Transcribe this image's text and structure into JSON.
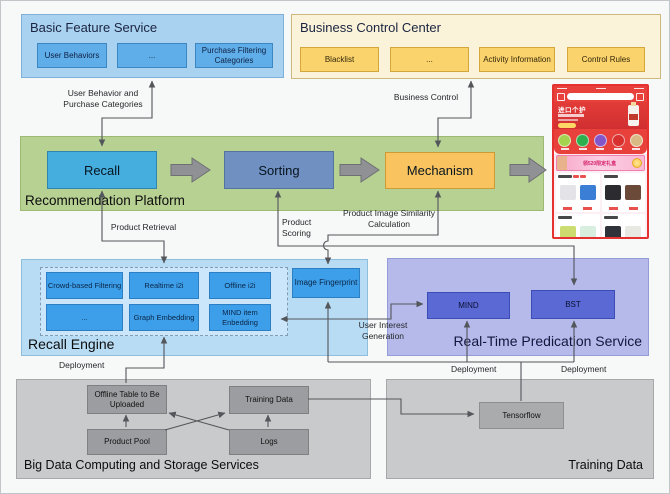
{
  "colors": {
    "bfs_bg": "#a9d1f0",
    "bfs_item": "#5fade9",
    "bcc_bg": "#faf3d9",
    "bcc_item": "#fad36c",
    "band_bg": "#b7d193",
    "recall": "#45aede",
    "sorting": "#7090c1",
    "mechanism": "#f9c45f",
    "engine_bg": "#b9dcf5",
    "engine_item": "#3d9fe9",
    "rtps_bg": "#b5baeb",
    "rtps_item": "#5a69d3",
    "gray_bg": "#c9cacb",
    "gray_item": "#9b9da0",
    "brand_red": "#e53230",
    "wire": "#53565a"
  },
  "basic_feature_service": {
    "title": "Basic Feature Service",
    "items": [
      "User Behaviors",
      "...",
      "Purchase Filtering Categories"
    ]
  },
  "business_control_center": {
    "title": "Business Control Center",
    "items": [
      "Blacklist",
      "...",
      "Activity Information",
      "Control Rules"
    ]
  },
  "recommendation_platform": {
    "title": "Recommendation Platform",
    "stages": [
      "Recall",
      "Sorting",
      "Mechanism"
    ]
  },
  "recall_engine": {
    "title": "Recall Engine",
    "items": [
      "Crowd-based Filtering",
      "Realtime i2i",
      "Offline i2i",
      "...",
      "Graph Embedding",
      "MIND item Enbedding"
    ],
    "image_fingerprint": "Image Fingerprint"
  },
  "realtime_prediction": {
    "title": "Real-Time Predication Service",
    "items": [
      "MIND",
      "BST"
    ]
  },
  "big_data": {
    "title": "Big Data Computing and Storage Services",
    "items": [
      "Offline Table to Be Uploaded",
      "Training Data",
      "Product Pool",
      "Logs"
    ]
  },
  "training": {
    "title": "Training Data",
    "tensorflow": "Tensorflow"
  },
  "edge_labels": {
    "user_behavior": "User Behavior and\nPurchase Categories",
    "business_control": "Business Control",
    "product_retrieval": "Product Retrieval",
    "product_scoring": "Product\nScoring",
    "image_similarity": "Product Image Similarity\nCalculation",
    "user_interest": "User Interest\nGeneration",
    "deployment_recall": "Deployment",
    "deployment_mind": "Deployment",
    "deployment_bst": "Deployment"
  },
  "phone": {
    "promo_title": "进口个护",
    "banner_text": "领520限定礼盒"
  }
}
